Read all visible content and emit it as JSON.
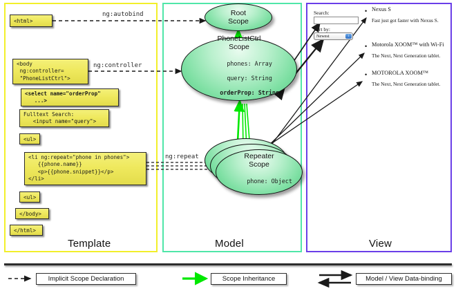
{
  "panels": {
    "template": {
      "label": "Template",
      "accent": "#f2ef2a"
    },
    "model": {
      "label": "Model",
      "accent": "#4fe6a8"
    },
    "view": {
      "label": "View",
      "accent": "#6a3ee8"
    }
  },
  "template_code": {
    "html_open": "<html>",
    "body_open": "<body\n ng:controller=\n \"PhoneListCtrl\">",
    "select": "<select name=\"orderProp\"\n   ...>",
    "search": "Fulltext Search:\n   <input name=\"query\">",
    "ul_open": "<ul>",
    "li_repeat": "<li ng:repeat=\"phone in phones\">\n   {{phone.name}}\n   <p>{{phone.snippet}}</p>\n</li>",
    "ul_close": "<ul>",
    "body_close": "</body>",
    "html_close": "</html>"
  },
  "model": {
    "root_scope": {
      "title_line1": "Root",
      "title_line2": "Scope"
    },
    "phonelist_scope": {
      "title_line1": "PhoneListCtrl",
      "title_line2": "Scope",
      "props": [
        "phones: Array",
        "query: String"
      ],
      "props_bold": [
        "orderProp: String"
      ]
    },
    "repeater_scope": {
      "title_line1": "Repeater",
      "title_line2": "Scope",
      "props": [
        "phone: Object"
      ]
    }
  },
  "edge_labels": {
    "autobind": "ng:autobind",
    "controller": "ng:controller",
    "repeat": "ng:repeat"
  },
  "view": {
    "search_label": "Search:",
    "search_value": "",
    "sort_label": "Sort by:",
    "sort_selected": "Newest",
    "sort_options": [
      "Newest"
    ],
    "dropdown_icon": "chevron-updown-icon",
    "phones": [
      {
        "name": "Nexus S",
        "snippet": "Fast just got faster with Nexus S."
      },
      {
        "name": "Motorola XOOM™  with Wi-Fi",
        "snippet": "The Next, Next Generation tablet."
      },
      {
        "name": "MOTOROLA XOOM™",
        "snippet": "The Next, Next Generation tablet."
      }
    ]
  },
  "legend": [
    {
      "key": "implicit-scope-declaration",
      "label": "Implicit Scope Declaration",
      "style": "dashed-arrow",
      "color": "#1a1a1a"
    },
    {
      "key": "scope-inheritance",
      "label": "Scope Inheritance",
      "style": "solid-arrow",
      "color": "#00e800"
    },
    {
      "key": "model-view-data-binding",
      "label": "Model / View Data-binding",
      "style": "double-arrow",
      "color": "#1a1a1a"
    }
  ]
}
